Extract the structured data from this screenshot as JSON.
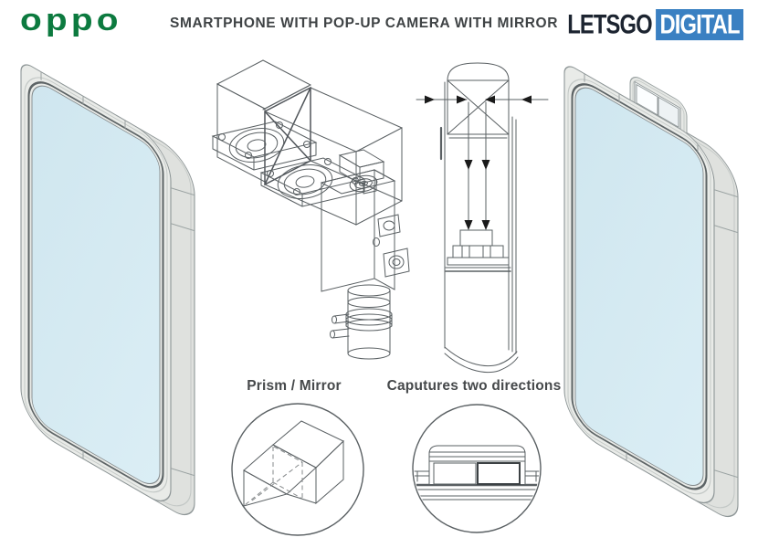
{
  "header": {
    "brand": "oppo",
    "title": "SMARTPHONE WITH POP-UP CAMERA WITH MIRROR",
    "publisher": {
      "part1": "LETSGO",
      "part2": "DIGITAL"
    }
  },
  "insets": {
    "prism_label": "Prism / Mirror",
    "directions_label": "Caputures two directions"
  },
  "colors": {
    "oppo_green": "#0c7a3f",
    "publisher_dark": "#1c2430",
    "publisher_blue": "#3a80c2",
    "title_gray": "#3f4345",
    "screen_blue": "#d5eaf2",
    "patent_line_gray": "#5a6063"
  }
}
